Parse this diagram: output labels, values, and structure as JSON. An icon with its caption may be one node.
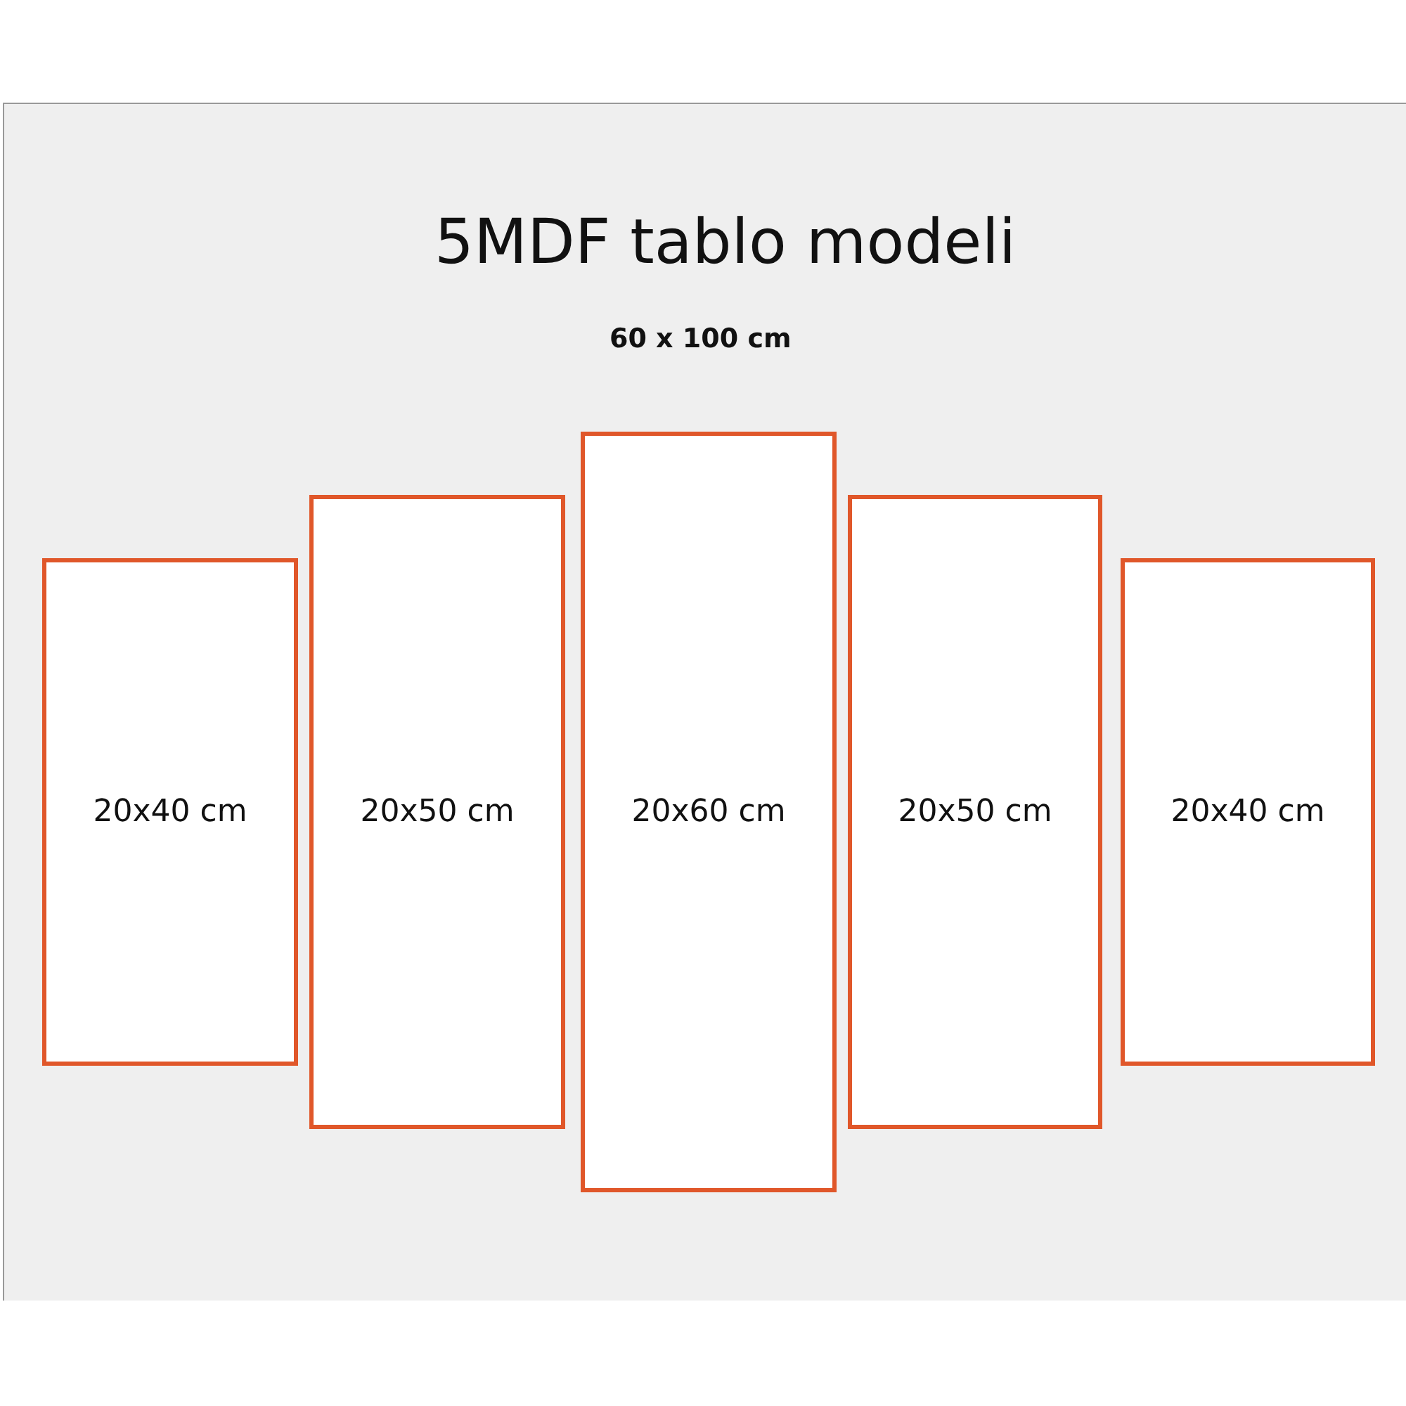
{
  "diagram": {
    "title": "5MDF tablo modeli",
    "nodes": [
      {
        "text": [
          "20x40 cm"
        ]
      },
      {
        "text": [
          "20x50 cm"
        ]
      },
      {
        "text": [
          "20x60 cm"
        ]
      },
      {
        "text": [
          "20x50 cm"
        ]
      },
      {
        "text": [
          "20x40 cm"
        ]
      }
    ],
    "labels": [
      "60 x 100 cm"
    ]
  }
}
